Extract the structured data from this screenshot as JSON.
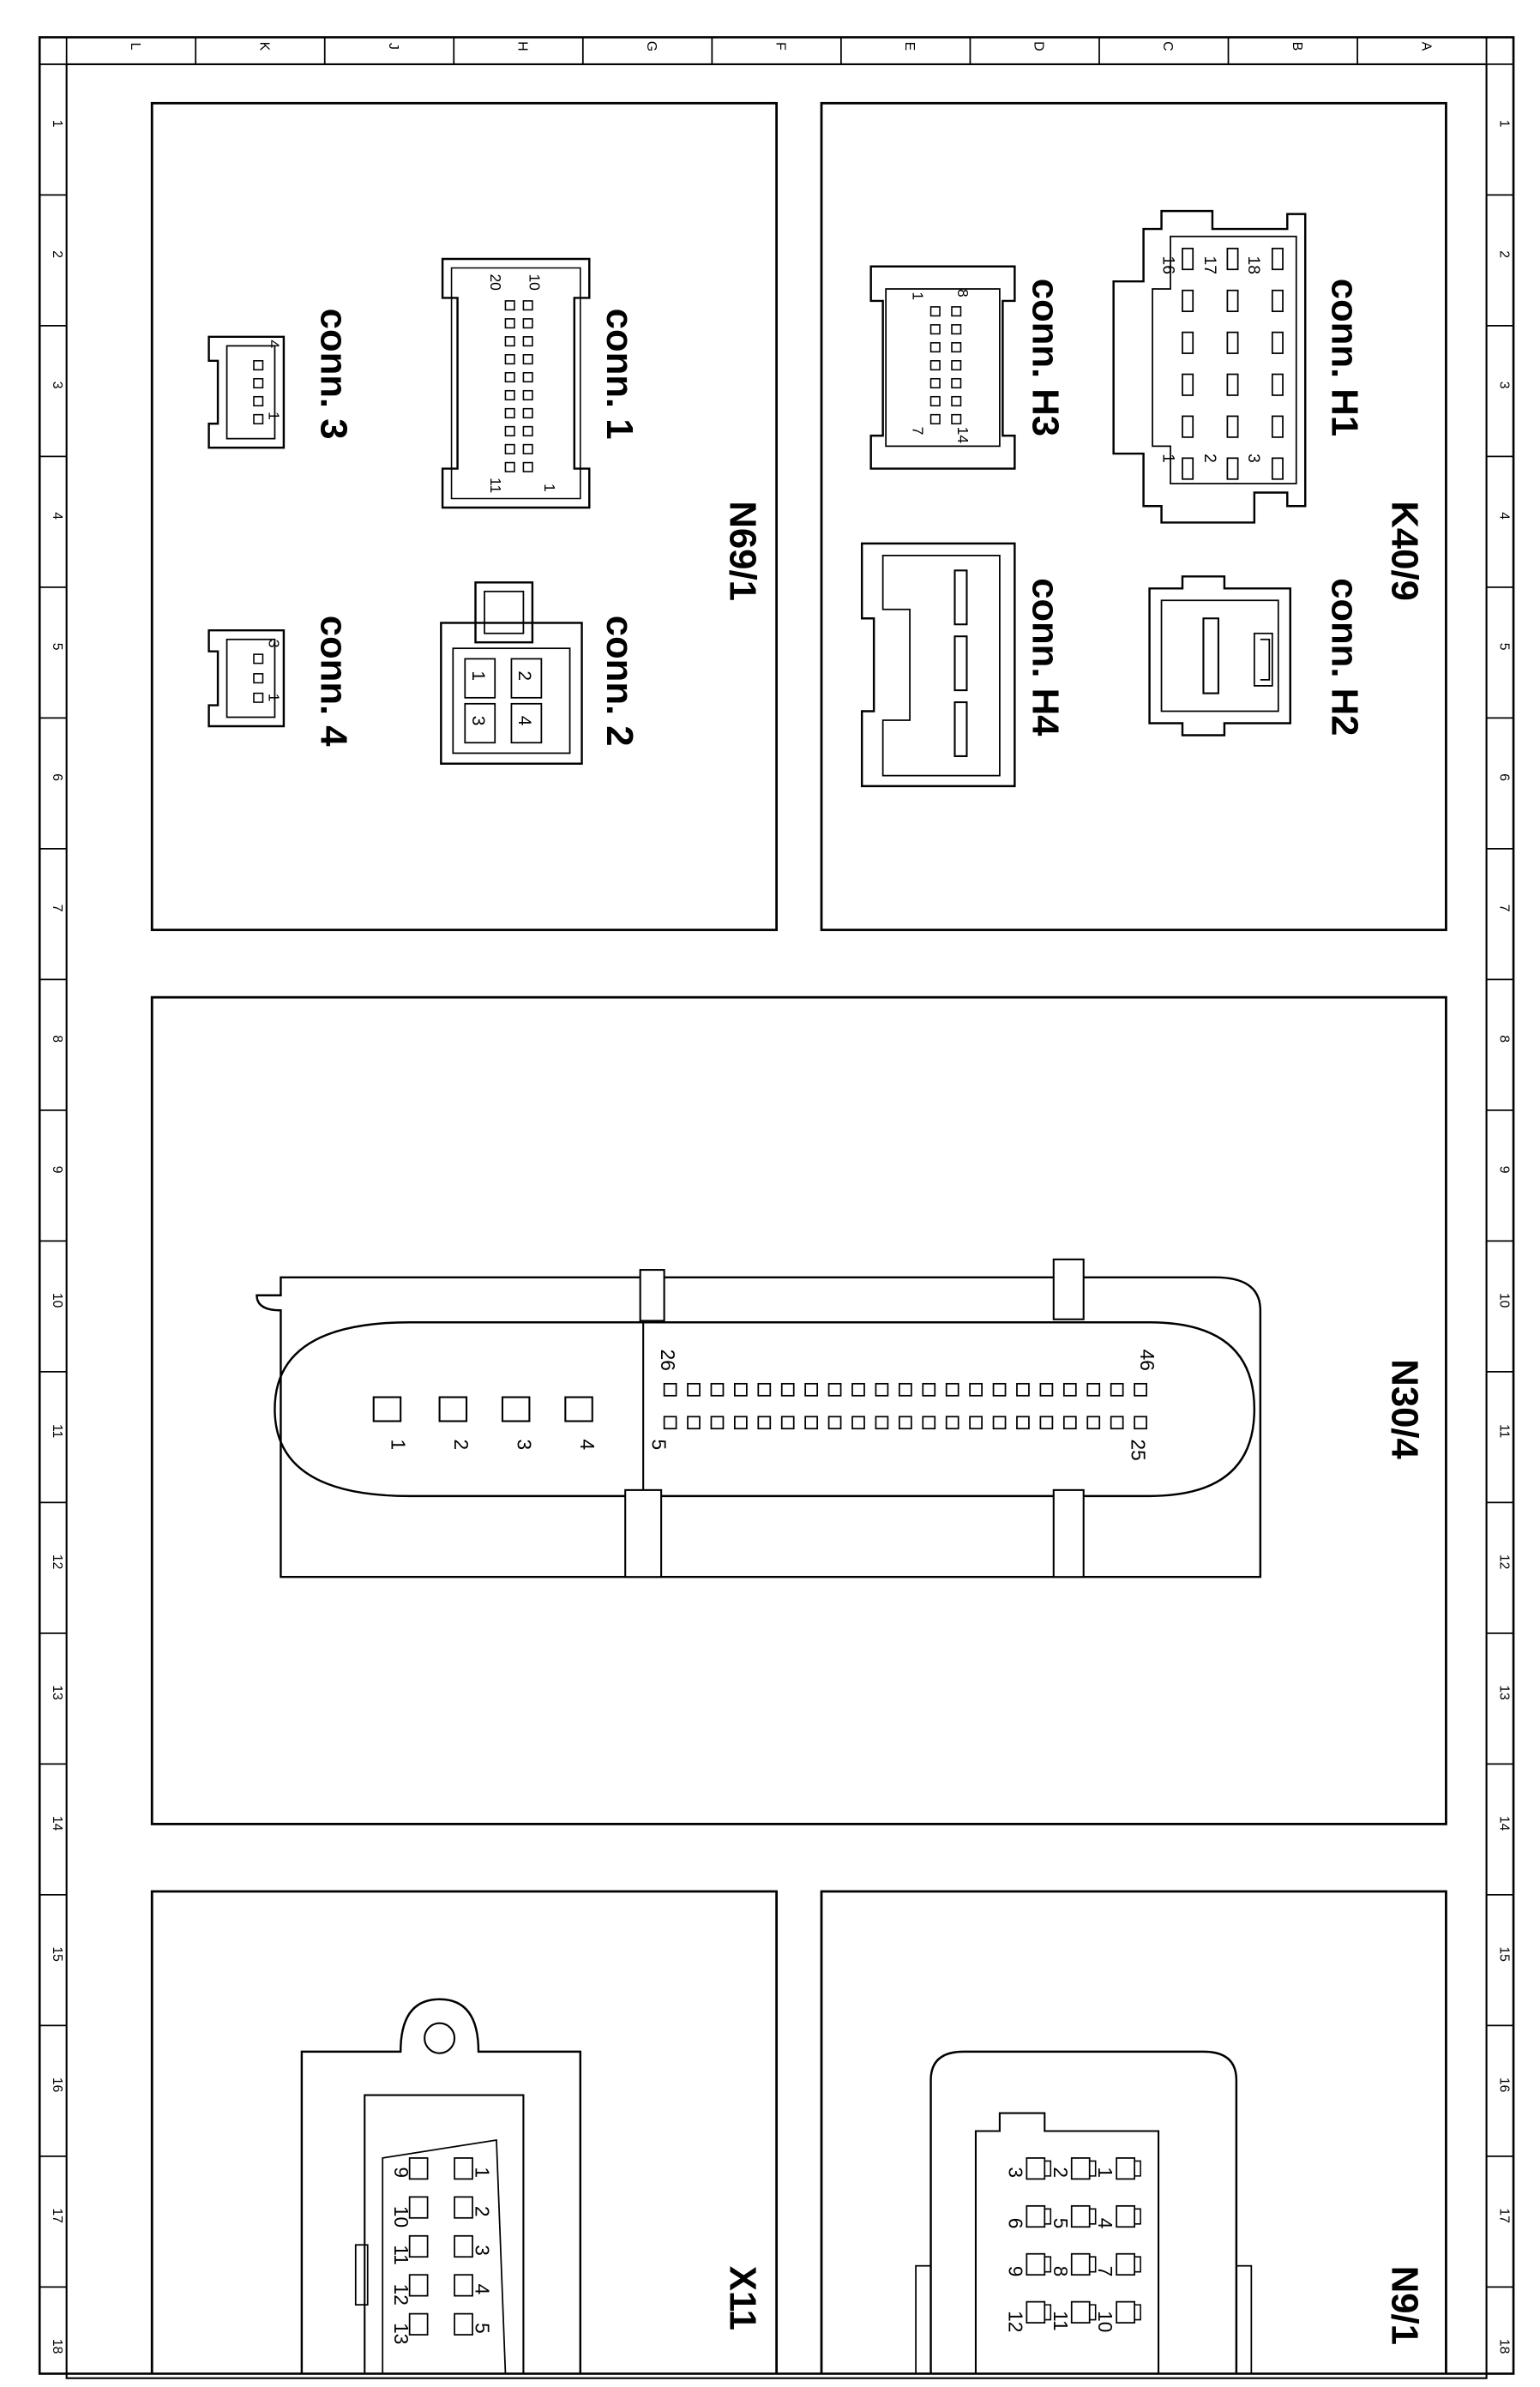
{
  "grid": {
    "columns": [
      "L",
      "K",
      "J",
      "H",
      "G",
      "F",
      "E",
      "D",
      "C",
      "B",
      "A"
    ],
    "rows": [
      "1",
      "2",
      "3",
      "4",
      "5",
      "6",
      "7",
      "8",
      "9",
      "10",
      "11",
      "12",
      "13",
      "14",
      "15",
      "16",
      "17",
      "18"
    ]
  },
  "components": {
    "k40_9": {
      "title": "K40/9",
      "conn_h1": {
        "label": "conn. H1",
        "pins": [
          "16",
          "17",
          "18",
          "1",
          "2",
          "3"
        ]
      },
      "conn_h2": {
        "label": "conn. H2"
      },
      "conn_h3": {
        "label": "conn. H3",
        "pins": [
          "1",
          "8",
          "7",
          "14"
        ]
      },
      "conn_h4": {
        "label": "conn. H4"
      }
    },
    "n69_1": {
      "title": "N69/1",
      "conn_1": {
        "label": "conn. 1",
        "pins": [
          "20",
          "10",
          "11",
          "1"
        ]
      },
      "conn_2": {
        "label": "conn. 2",
        "pins": [
          "1",
          "2",
          "3",
          "4"
        ]
      },
      "conn_3": {
        "label": "conn. 3",
        "pins": [
          "4",
          "1"
        ]
      },
      "conn_4": {
        "label": "conn. 4",
        "pins": [
          "3",
          "1"
        ]
      }
    },
    "n30_4": {
      "title": "N30/4",
      "pins": [
        "46",
        "26",
        "25",
        "5",
        "1",
        "2",
        "3",
        "4"
      ]
    },
    "n9_1": {
      "title": "N9/1",
      "pins": [
        "1",
        "2",
        "3",
        "4",
        "5",
        "6",
        "7",
        "8",
        "9",
        "10",
        "11",
        "12"
      ]
    },
    "x11": {
      "title": "X11",
      "pins": [
        "1",
        "2",
        "3",
        "4",
        "5",
        "9",
        "10",
        "11",
        "12",
        "13"
      ]
    }
  }
}
